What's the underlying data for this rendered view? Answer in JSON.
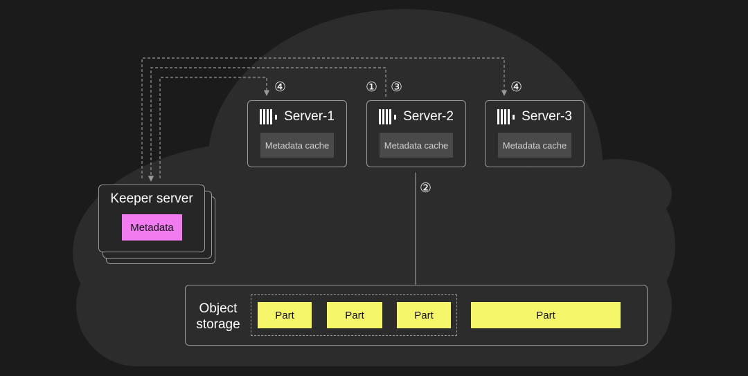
{
  "keeper": {
    "title": "Keeper server",
    "metadata_label": "Metadata"
  },
  "servers": [
    {
      "name": "Server-1",
      "cache_label": "Metadata cache"
    },
    {
      "name": "Server-2",
      "cache_label": "Metadata cache"
    },
    {
      "name": "Server-3",
      "cache_label": "Metadata cache"
    }
  ],
  "steps": {
    "one": "①",
    "two": "②",
    "three": "③",
    "four": "④"
  },
  "storage": {
    "label_line1": "Object",
    "label_line2": "storage",
    "parts": [
      "Part",
      "Part",
      "Part"
    ],
    "merged_part": "Part"
  },
  "colors": {
    "background": "#1b1b1b",
    "cloud": "#2c2c2c",
    "metadata": "#f07cf0",
    "part": "#f6f66a",
    "cache": "#4a4a4a",
    "border": "#9a9a9a"
  }
}
